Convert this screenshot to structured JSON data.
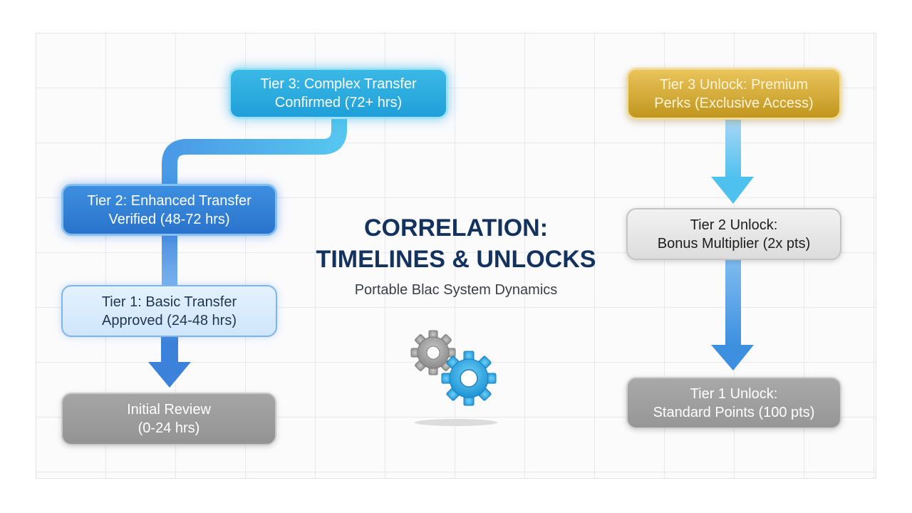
{
  "diagram": {
    "title_line1": "CORRELATION:",
    "title_line2": "TIMELINES & UNLOCKS",
    "subtitle": "Portable Blac System Dynamics",
    "colors": {
      "tier3": "#22a7dd",
      "tier2": "#2f7bd3",
      "tier1": "#d6eafc",
      "gold": "#d4a938",
      "gray": "#9b9b9b",
      "title": "#14325e"
    },
    "icon": "gears-icon"
  },
  "timeline": {
    "tier3": {
      "line1": "Tier 3: Complex Transfer",
      "line2": "Confirmed (72+ hrs)"
    },
    "tier2": {
      "line1": "Tier 2: Enhanced Transfer",
      "line2": "Verified (48-72 hrs)"
    },
    "tier1": {
      "line1": "Tier 1: Basic Transfer",
      "line2": "Approved (24-48 hrs)"
    },
    "initial": {
      "line1": "Initial Review",
      "line2": "(0-24 hrs)"
    }
  },
  "unlocks": {
    "tier3": {
      "line1": "Tier 3 Unlock: Premium",
      "line2": "Perks (Exclusive Access)"
    },
    "tier2": {
      "line1": "Tier 2 Unlock:",
      "line2": "Bonus Multiplier (2x pts)"
    },
    "tier1": {
      "line1": "Tier 1 Unlock:",
      "line2": "Standard Points (100 pts)"
    }
  }
}
